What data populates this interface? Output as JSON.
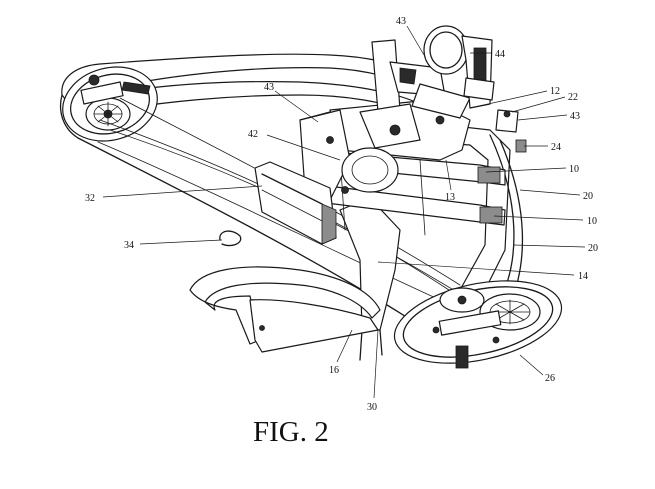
{
  "figure": {
    "caption": "FIG. 2",
    "reference_numerals": {
      "n43_top": "43",
      "n44": "44",
      "n43_left": "43",
      "n12": "12",
      "n22": "22",
      "n43_right": "43",
      "n42": "42",
      "n24": "24",
      "n10_upper": "10",
      "n13": "13",
      "n20_upper": "20",
      "n32": "32",
      "n10_lower": "10",
      "n34": "34",
      "n20_lower": "20",
      "n14": "14",
      "n16": "16",
      "n30": "30",
      "n26": "26"
    }
  }
}
